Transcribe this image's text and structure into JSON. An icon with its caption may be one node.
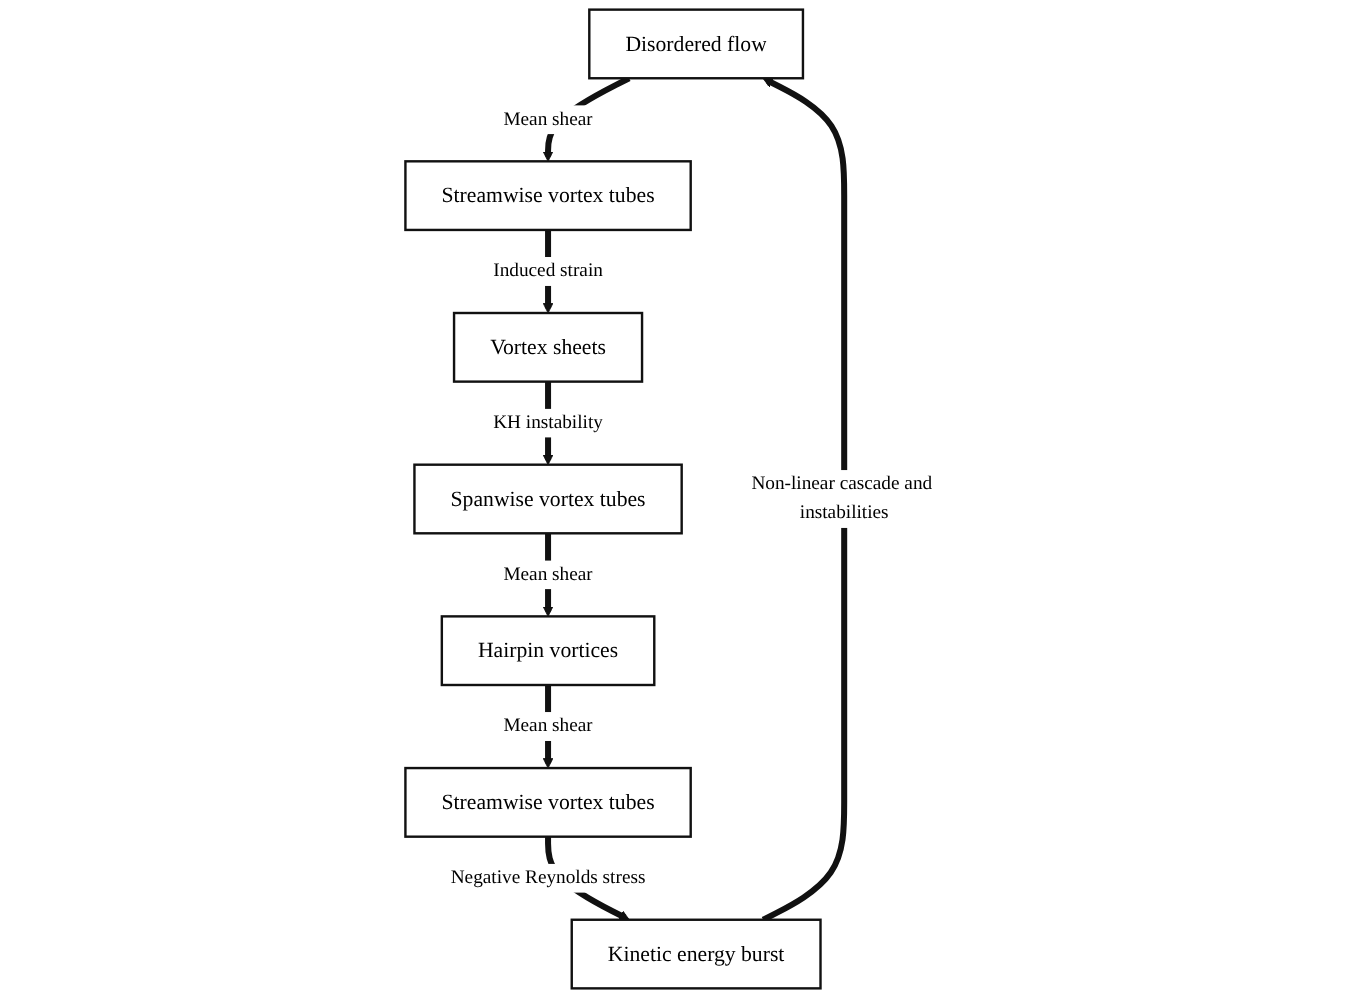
{
  "diagram": {
    "nodes": [
      {
        "text": [
          "Disordered flow"
        ]
      },
      {
        "text": [
          "Streamwise vortex tubes"
        ]
      },
      {
        "text": [
          "Vortex sheets"
        ]
      },
      {
        "text": [
          "Spanwise vortex tubes"
        ]
      },
      {
        "text": [
          "Hairpin vortices"
        ]
      },
      {
        "text": [
          "Streamwise vortex tubes"
        ]
      },
      {
        "text": [
          "Kinetic energy burst"
        ]
      }
    ],
    "edges": [
      {
        "from": 0,
        "to": 1,
        "arrow": "to",
        "label": "Mean shear"
      },
      {
        "from": 1,
        "to": 2,
        "arrow": "to",
        "label": "Induced strain"
      },
      {
        "from": 2,
        "to": 3,
        "arrow": "to",
        "label": "KH instability"
      },
      {
        "from": 3,
        "to": 4,
        "arrow": "to",
        "label": "Mean shear"
      },
      {
        "from": 4,
        "to": 5,
        "arrow": "to",
        "label": "Mean shear"
      },
      {
        "from": 5,
        "to": 6,
        "arrow": "to",
        "label": "Negative Reynolds stress"
      },
      {
        "from": 6,
        "to": 0,
        "arrow": "to",
        "label": "Non-linear cascade and instabilities"
      }
    ]
  }
}
